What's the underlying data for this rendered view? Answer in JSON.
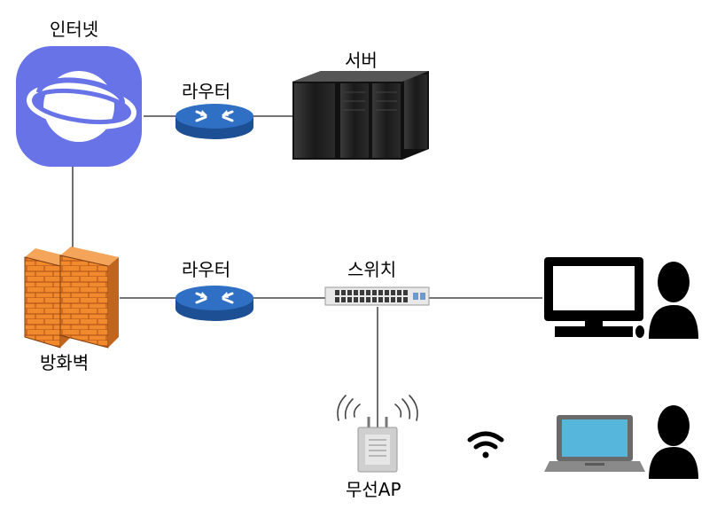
{
  "labels": {
    "internet": "인터넷",
    "router_top": "라우터",
    "server": "서버",
    "router_bottom": "라우터",
    "switch": "스위치",
    "firewall": "방화벽",
    "wireless_ap": "무선AP"
  },
  "colors": {
    "internet_bg": "#6873e8",
    "router_body": "#2f6fc4",
    "firewall_brick": "#f08a2c",
    "laptop_screen": "#56b6dc",
    "line": "#222222"
  },
  "icons": {
    "internet": "internet-browser-icon",
    "router": "router-icon",
    "server": "server-rack-icon",
    "firewall": "firewall-icon",
    "switch": "network-switch-icon",
    "desktop": "desktop-computer-icon",
    "laptop": "laptop-icon",
    "user": "user-icon",
    "wifi": "wifi-icon",
    "access_point": "wireless-access-point-icon"
  }
}
